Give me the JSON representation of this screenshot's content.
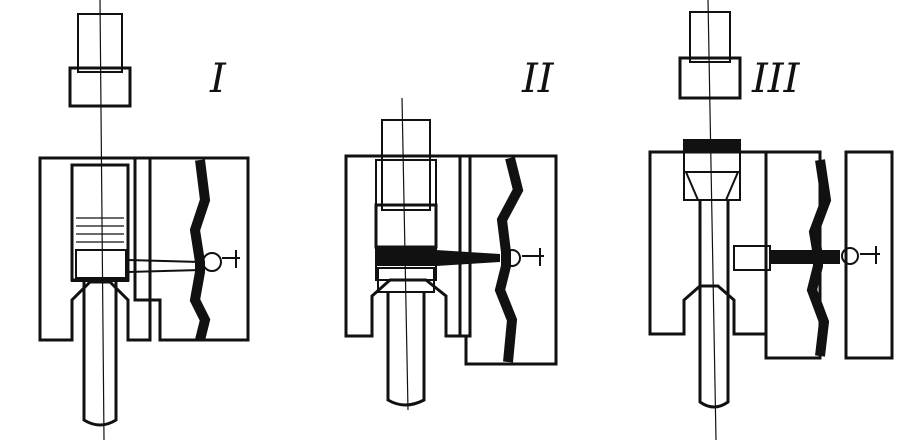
{
  "figure": {
    "stages": [
      {
        "id": "stage-1",
        "label": "I"
      },
      {
        "id": "stage-2",
        "label": "II"
      },
      {
        "id": "stage-3",
        "label": "III"
      }
    ],
    "colors": {
      "ink": "#111111",
      "background": "#ffffff"
    }
  }
}
